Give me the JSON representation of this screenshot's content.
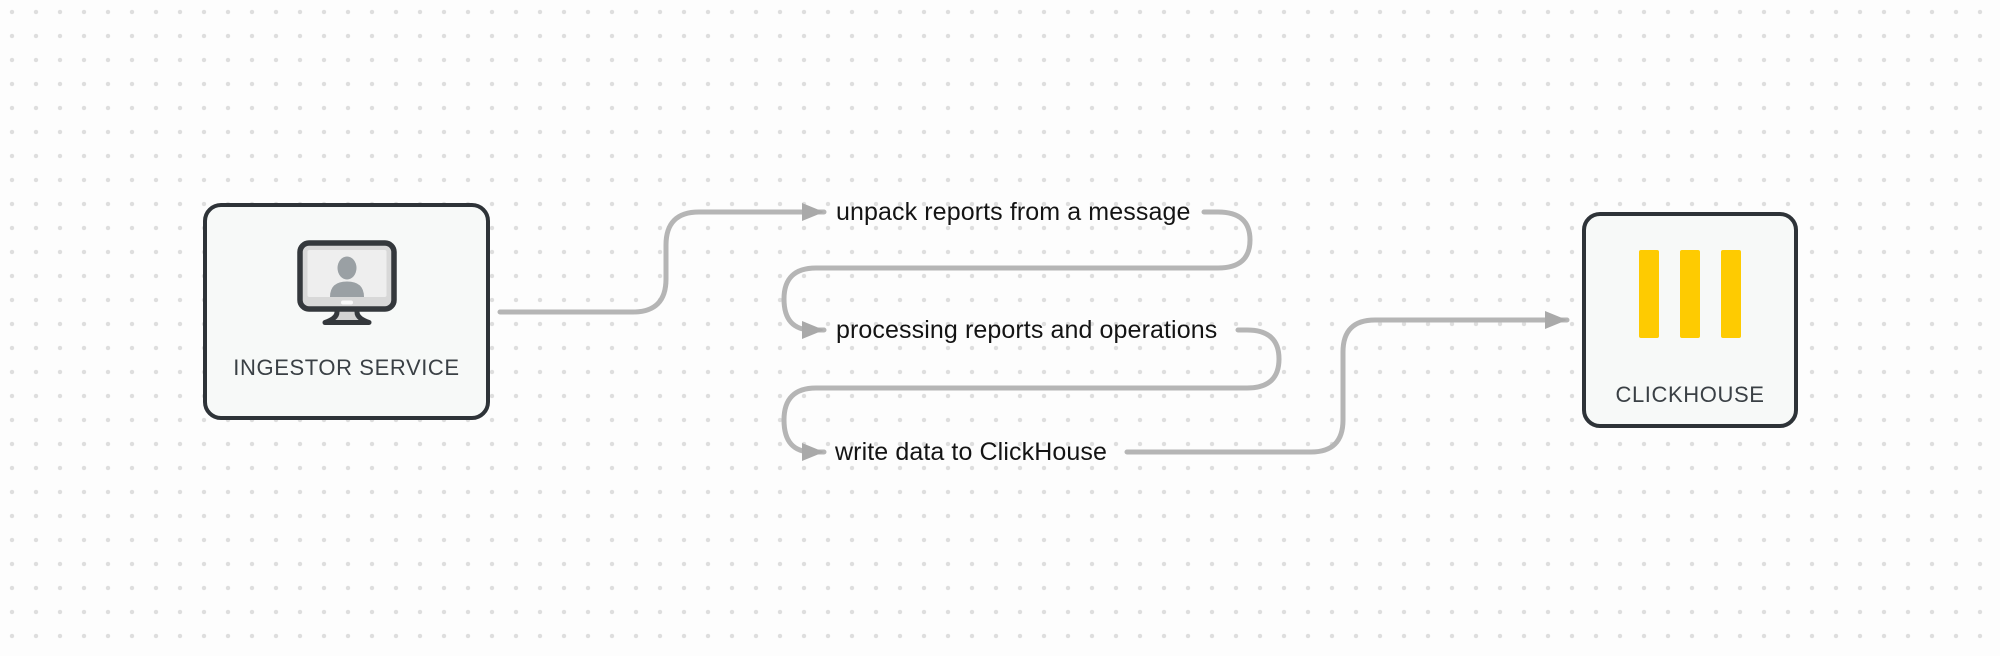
{
  "diagram": {
    "type": "flow",
    "background": "dotted-grid",
    "nodes": {
      "ingestor": {
        "label": "INGESTOR SERVICE",
        "icon": "monitor-user-icon"
      },
      "clickhouse": {
        "label": "CLICKHOUSE",
        "icon": "clickhouse-bars-icon"
      }
    },
    "steps": [
      {
        "label": "unpack reports from a message"
      },
      {
        "label": "processing reports and operations"
      },
      {
        "label": "write data to ClickHouse"
      }
    ],
    "flow_order": [
      "ingestor",
      "unpack reports from a message",
      "processing reports and operations",
      "write data to ClickHouse",
      "clickhouse"
    ],
    "colors": {
      "background": "#fdfdfd",
      "grid_dot": "#dedede",
      "node_fill": "#f7f9f8",
      "node_border": "#2e3338",
      "connector": "#b5b5b5",
      "arrowhead": "#a9a9a9",
      "step_text": "#141414",
      "node_text": "#3a4045",
      "clickhouse_yellow": "#fecb01",
      "monitor_silhouette": "#9aa0a4"
    }
  }
}
